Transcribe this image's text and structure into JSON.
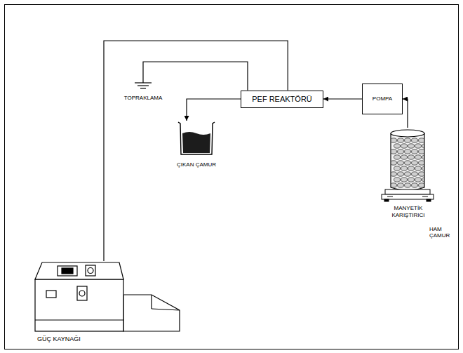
{
  "diagram": {
    "nodes": [
      {
        "text": [
          "TOPRAKLAMA"
        ]
      },
      {
        "text": [
          "PEF REAKTÖRÜ"
        ]
      },
      {
        "text": [
          "POMPA"
        ]
      },
      {
        "text": [
          "ÇIKAN ÇAMUR"
        ]
      },
      {
        "text": [
          "HAM ÇAMUR"
        ]
      },
      {
        "text": [
          "GÜÇ KAYNAĞI"
        ]
      }
    ],
    "edges": [
      {
        "from": 2,
        "to": 1,
        "arrow": "to"
      },
      {
        "from": 1,
        "to": 3,
        "arrow": "to"
      },
      {
        "from": 4,
        "to": 2,
        "arrow": "to"
      },
      {
        "from": 5,
        "to": 1,
        "arrow": "none"
      },
      {
        "from": 0,
        "to": 1,
        "arrow": "none"
      }
    ],
    "labels": [
      "MANYETİK KARIŞTIRICI"
    ]
  }
}
